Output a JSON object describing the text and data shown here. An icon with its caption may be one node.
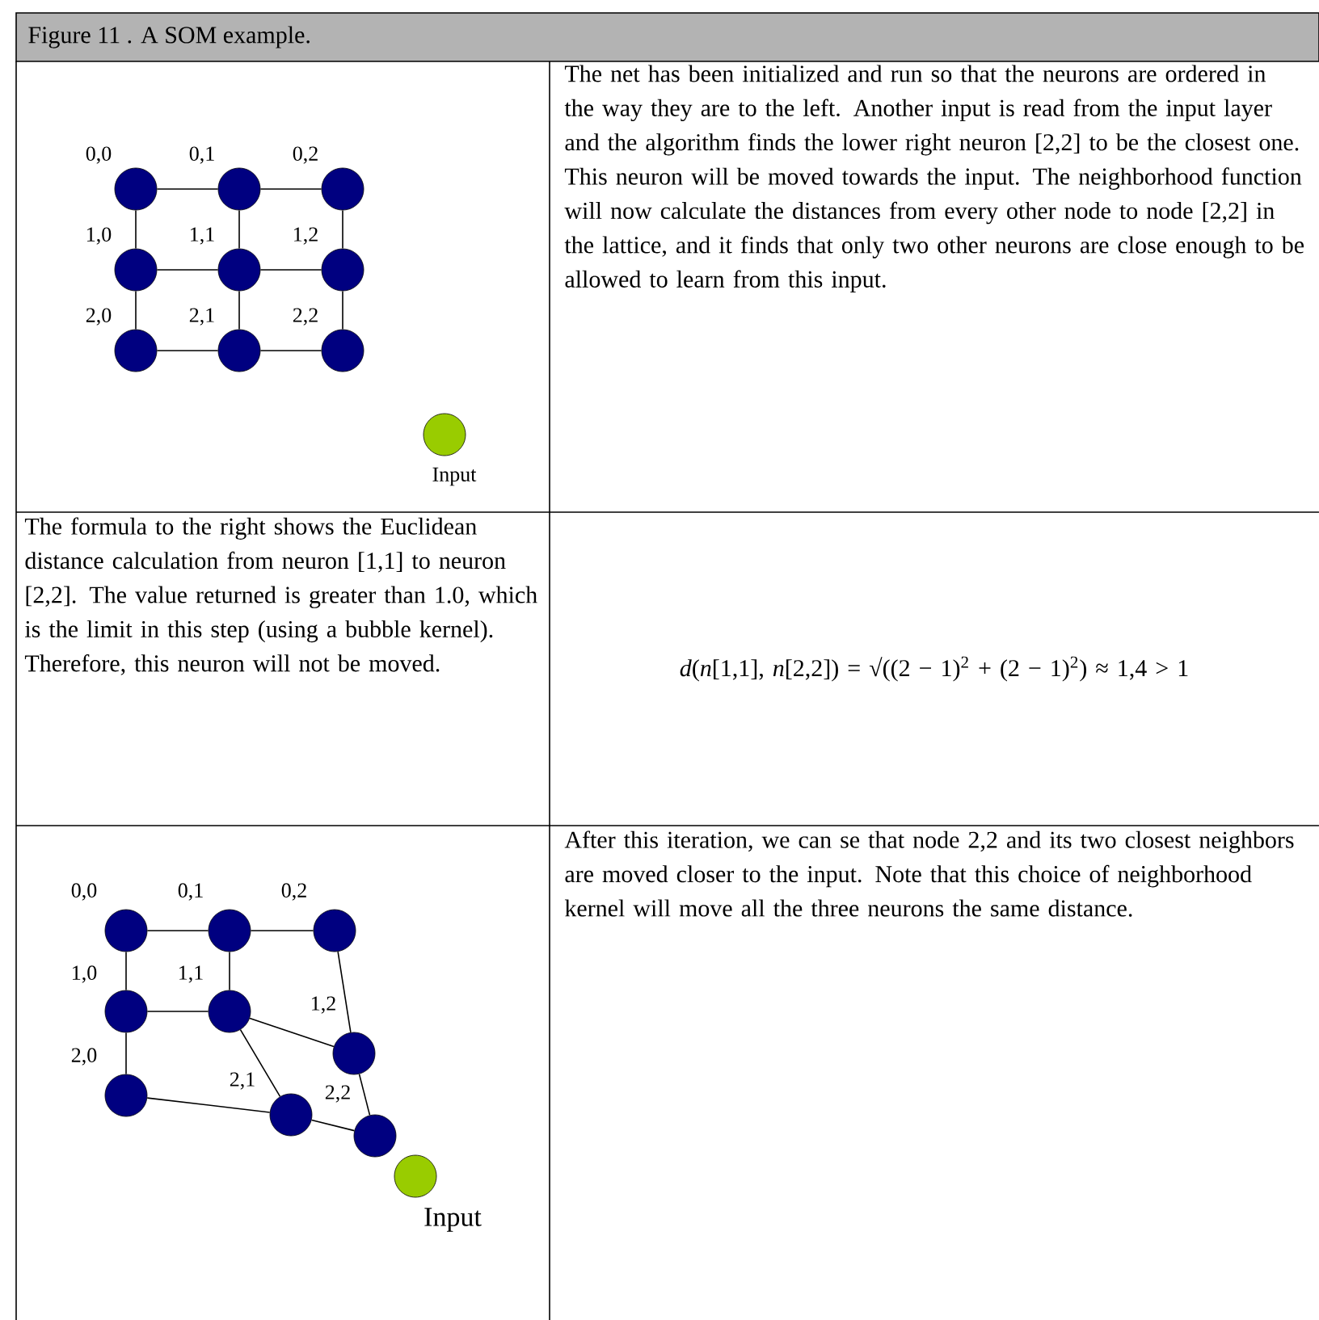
{
  "diagram": {
    "title": "Figure 11 . A SOM example.",
    "nodes": [
      {
        "text": [],
        "shape": "circle",
        "beside": [
          "0,0"
        ]
      },
      {
        "text": [],
        "shape": "circle",
        "beside": [
          "0,1"
        ]
      },
      {
        "text": [],
        "shape": "circle",
        "beside": [
          "0,2"
        ]
      },
      {
        "text": [],
        "shape": "circle",
        "beside": [
          "1,0"
        ]
      },
      {
        "text": [],
        "shape": "circle",
        "beside": [
          "1,1"
        ]
      },
      {
        "text": [],
        "shape": "circle",
        "beside": [
          "1,2"
        ]
      },
      {
        "text": [],
        "shape": "circle",
        "beside": [
          "2,0"
        ]
      },
      {
        "text": [],
        "shape": "circle",
        "beside": [
          "2,1"
        ]
      },
      {
        "text": [],
        "shape": "circle",
        "beside": [
          "2,2"
        ]
      },
      {
        "text": [],
        "shape": "circle",
        "beside": [
          "Input"
        ]
      },
      {
        "text": [],
        "shape": "circle",
        "beside": [
          "0,0"
        ]
      },
      {
        "text": [],
        "shape": "circle",
        "beside": [
          "0,1"
        ]
      },
      {
        "text": [],
        "shape": "circle",
        "beside": [
          "0,2"
        ]
      },
      {
        "text": [],
        "shape": "circle",
        "beside": [
          "1,0"
        ]
      },
      {
        "text": [],
        "shape": "circle",
        "beside": [
          "1,1"
        ]
      },
      {
        "text": [],
        "shape": "circle",
        "beside": [
          "1,2"
        ]
      },
      {
        "text": [],
        "shape": "circle",
        "beside": [
          "2,0"
        ]
      },
      {
        "text": [],
        "shape": "circle",
        "beside": [
          "2,1"
        ]
      },
      {
        "text": [],
        "shape": "circle",
        "beside": [
          "2,2"
        ]
      },
      {
        "text": [],
        "shape": "circle",
        "beside": [
          "Input"
        ]
      }
    ],
    "edges": [
      {
        "from": 0,
        "to": 1,
        "arrow": "none"
      },
      {
        "from": 1,
        "to": 2,
        "arrow": "none"
      },
      {
        "from": 3,
        "to": 4,
        "arrow": "none"
      },
      {
        "from": 4,
        "to": 5,
        "arrow": "none"
      },
      {
        "from": 6,
        "to": 7,
        "arrow": "none"
      },
      {
        "from": 7,
        "to": 8,
        "arrow": "none"
      },
      {
        "from": 0,
        "to": 3,
        "arrow": "none"
      },
      {
        "from": 3,
        "to": 6,
        "arrow": "none"
      },
      {
        "from": 1,
        "to": 4,
        "arrow": "none"
      },
      {
        "from": 4,
        "to": 7,
        "arrow": "none"
      },
      {
        "from": 2,
        "to": 5,
        "arrow": "none"
      },
      {
        "from": 5,
        "to": 8,
        "arrow": "none"
      },
      {
        "from": 10,
        "to": 11,
        "arrow": "none"
      },
      {
        "from": 11,
        "to": 12,
        "arrow": "none"
      },
      {
        "from": 13,
        "to": 14,
        "arrow": "none"
      },
      {
        "from": 14,
        "to": 15,
        "arrow": "none"
      },
      {
        "from": 16,
        "to": 17,
        "arrow": "none"
      },
      {
        "from": 17,
        "to": 18,
        "arrow": "none"
      },
      {
        "from": 10,
        "to": 13,
        "arrow": "none"
      },
      {
        "from": 13,
        "to": 16,
        "arrow": "none"
      },
      {
        "from": 11,
        "to": 14,
        "arrow": "none"
      },
      {
        "from": 14,
        "to": 17,
        "arrow": "none"
      },
      {
        "from": 12,
        "to": 15,
        "arrow": "none"
      },
      {
        "from": 15,
        "to": 18,
        "arrow": "none"
      }
    ],
    "labels": [
      "The net has been initialized and run so that the neurons are ordered in the way they are to the left. Another input is read from the input layer and the algorithm finds the lower right neuron [2,2] to be the closest one. This neuron will be moved towards the input. The neighborhood function will now calculate the distances from every other node to node [2,2] in the lattice, and it finds that only two other neurons are close enough to be allowed to learn from this input.",
      "The formula to the right shows the Euclidean distance calculation from neuron [1,1] to neuron [2,2]. The value returned is greater than 1.0, which is the limit in this step (using a bubble kernel). Therefore, this neuron will not be moved.",
      "*d*(*n*[1,1], *n*[2,2]) = √((2 − 1)$^{2}$ + (2 − 1)$^{2}$)  ≈ 1,4 > 1",
      "After this iteration, we can se that node 2,2 and its two closest neighbors are moved closer to the input. Note that this choice of neighborhood kernel will move all the three neurons the same distance."
    ]
  }
}
